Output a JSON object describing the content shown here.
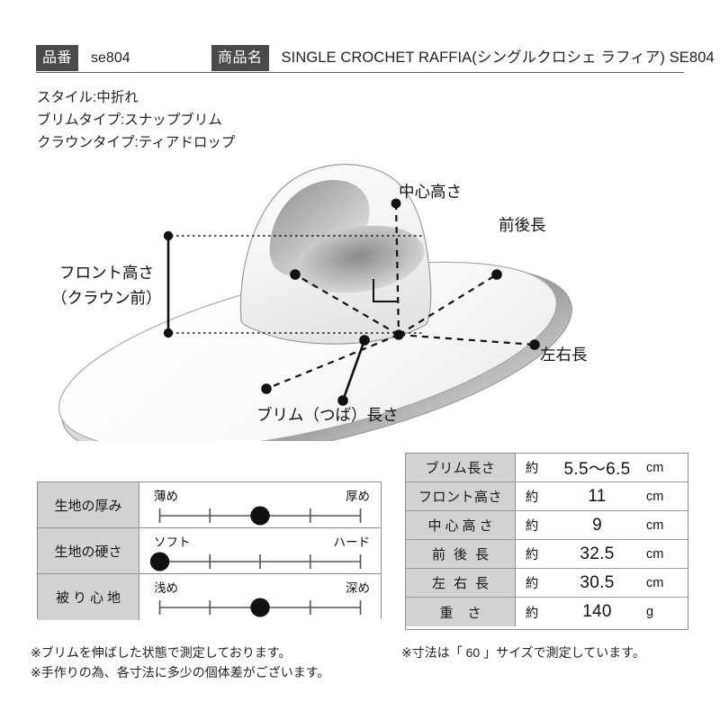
{
  "header": {
    "code_label": "品番",
    "code_value": "se804",
    "name_label": "商品名",
    "name_value": "SINGLE CROCHET RAFFIA(シングルクロシェ ラフィア) SE804"
  },
  "spec": {
    "line1": "スタイル:中折れ",
    "line2": "ブリムタイプ:スナップブリム",
    "line3": "クラウンタイプ:ティアドロップ"
  },
  "diagram": {
    "label_center_height": "中心高さ",
    "label_front_back": "前後長",
    "label_left_right": "左右長",
    "label_brim": "ブリム（つば）長さ",
    "label_front_height_1": "フロント高さ",
    "label_front_height_2": "（クラウン前）"
  },
  "ratings": {
    "rows": [
      {
        "name": "生地の厚み",
        "low": "薄め",
        "high": "厚め",
        "position": 3,
        "steps": 5
      },
      {
        "name": "生地の硬さ",
        "low": "ソフト",
        "high": "ハード",
        "position": 1,
        "steps": 5
      },
      {
        "name": "被り心地",
        "low": "浅め",
        "high": "深め",
        "position": 3,
        "steps": 5
      }
    ]
  },
  "measurements": {
    "rows": [
      {
        "name": "ブリム長さ",
        "approx": "約",
        "value": "5.5〜6.5",
        "unit": "cm"
      },
      {
        "name": "フロント高さ",
        "approx": "約",
        "value": "11",
        "unit": "cm"
      },
      {
        "name": "中心高さ",
        "approx": "約",
        "value": "9",
        "unit": "cm"
      },
      {
        "name": "前後長",
        "approx": "約",
        "value": "32.5",
        "unit": "cm"
      },
      {
        "name": "左右長",
        "approx": "約",
        "value": "30.5",
        "unit": "cm"
      },
      {
        "name": "重さ",
        "approx": "約",
        "value": "140",
        "unit": "g"
      }
    ]
  },
  "notes": {
    "left_1": "※ブリムを伸ばした状態で測定しております。",
    "left_2": "※手作りの為、各寸法に多少の個体差がございます。",
    "right_1": "※寸法は「 60 」サイズで測定しています。"
  },
  "colors": {
    "badge_bg": "#4a4a4a",
    "table_header_bg": "#d2d2d2",
    "border": "#8e8e8e",
    "text": "#1a1a1a"
  }
}
